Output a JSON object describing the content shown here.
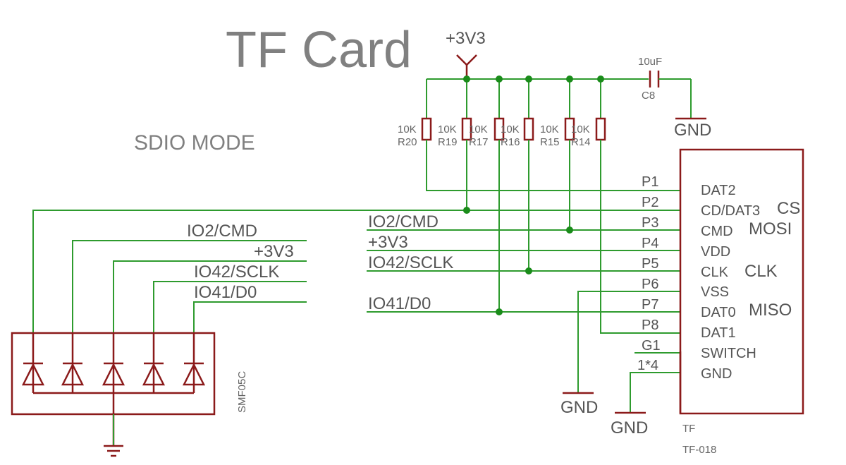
{
  "title": "TF Card",
  "mode": "SDIO MODE",
  "supply": "+3V3",
  "capacitor": {
    "value": "10uF",
    "ref": "C8"
  },
  "ground_label": "GND",
  "resistors": [
    {
      "value": "10K",
      "ref": "R20"
    },
    {
      "value": "10K",
      "ref": "R19"
    },
    {
      "value": "10K",
      "ref": "R17"
    },
    {
      "value": "10K",
      "ref": "R16"
    },
    {
      "value": "10K",
      "ref": "R15"
    },
    {
      "value": "10K",
      "ref": "R14"
    }
  ],
  "connector": {
    "ref": "TF",
    "part": "TF-018",
    "pins": [
      {
        "num": "P1",
        "name": "DAT2",
        "alt": ""
      },
      {
        "num": "P2",
        "name": "CD/DAT3",
        "alt": "CS"
      },
      {
        "num": "P3",
        "name": "CMD",
        "alt": "MOSI"
      },
      {
        "num": "P4",
        "name": "VDD",
        "alt": ""
      },
      {
        "num": "P5",
        "name": "CLK",
        "alt": "CLK"
      },
      {
        "num": "P6",
        "name": "VSS",
        "alt": ""
      },
      {
        "num": "P7",
        "name": "DAT0",
        "alt": "MISO"
      },
      {
        "num": "P8",
        "name": "DAT1",
        "alt": ""
      },
      {
        "num": "G1",
        "name": "SWITCH",
        "alt": ""
      },
      {
        "num": "1*4",
        "name": "GND",
        "alt": ""
      }
    ]
  },
  "nets": {
    "left": [
      "IO2/CMD",
      "+3V3",
      "IO42/SCLK",
      "IO41/D0"
    ],
    "right": [
      "IO2/CMD",
      "+3V3",
      "IO42/SCLK",
      "IO41/D0"
    ]
  },
  "tvs": {
    "part": "SMF05C"
  },
  "colors": {
    "wire": "#2e9b2e",
    "part": "#8b1a1a",
    "junction": "#1a8c1a",
    "text": "#555555"
  }
}
